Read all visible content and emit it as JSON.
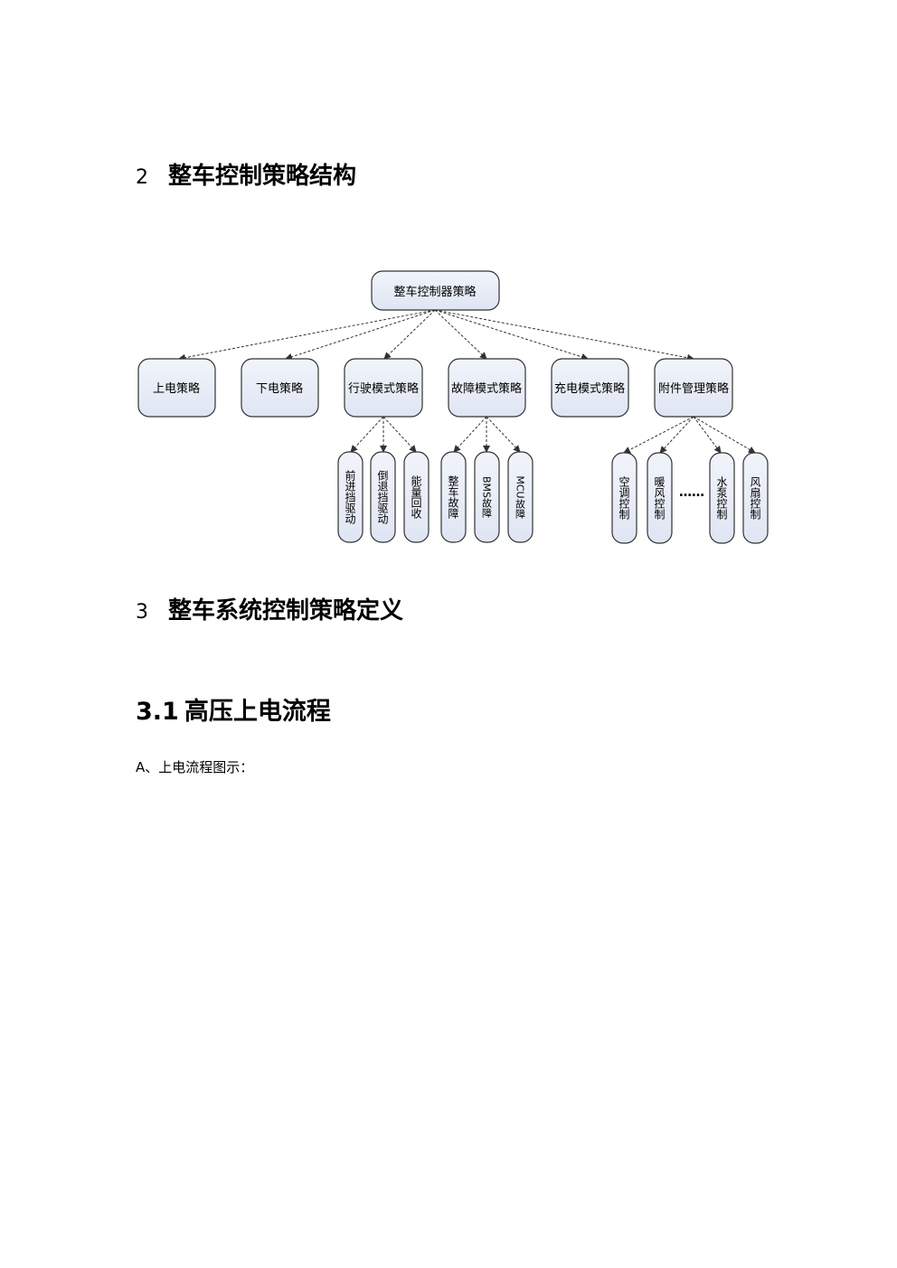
{
  "section2": {
    "number": "2",
    "title": "整车控制策略结构"
  },
  "diagram": {
    "root": "整车控制器策略",
    "level1": [
      "上电策略",
      "下电策略",
      "行驶模式策略",
      "故障模式策略",
      "充电模式策略",
      "附件管理策略"
    ],
    "drive_children": [
      "前进挡驱动",
      "倒退挡驱动",
      "能量回收"
    ],
    "fault_children": [
      "整车故障",
      "BMS故障",
      "MCU故障"
    ],
    "accessory_children": [
      "空调控制",
      "暖风控制",
      "……",
      "水泵控制",
      "风扇控制"
    ]
  },
  "section3": {
    "number": "3",
    "title": "整车系统控制策略定义"
  },
  "section31": {
    "number": "3.1",
    "title": "高压上电流程"
  },
  "paragraph": "A、上电流程图示："
}
